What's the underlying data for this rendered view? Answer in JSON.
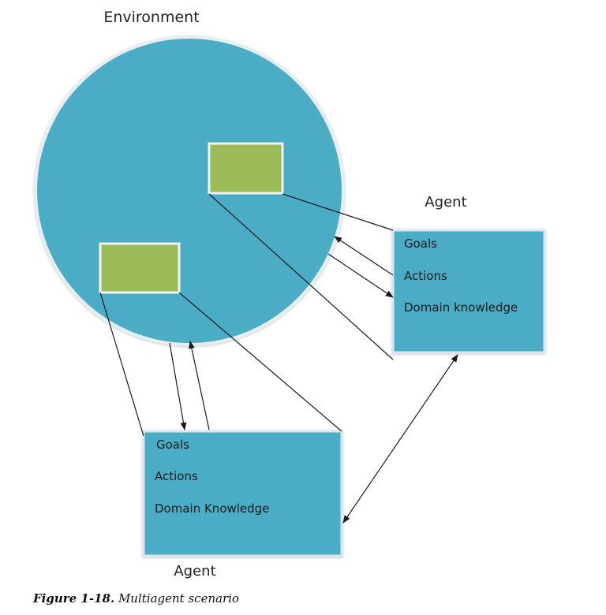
{
  "environment": {
    "label": "Environment"
  },
  "agents": [
    {
      "label": "Agent",
      "items": [
        "Goals",
        "Actions",
        "Domain knowledge"
      ]
    },
    {
      "label": "Agent",
      "items": [
        "Goals",
        "Actions",
        "Domain Knowledge"
      ]
    }
  ],
  "caption": {
    "figure_number": "Figure 1-18.",
    "text": "Multiagent scenario"
  },
  "colors": {
    "environment_fill": "#4bacc6",
    "environment_border": "#e6eef0",
    "agent_box_fill": "#4bacc6",
    "agent_box_border": "#dce8ec",
    "inner_box_fill": "#9bbb59",
    "inner_box_border": "#f2f2f2",
    "line": "#1a1a1a"
  }
}
